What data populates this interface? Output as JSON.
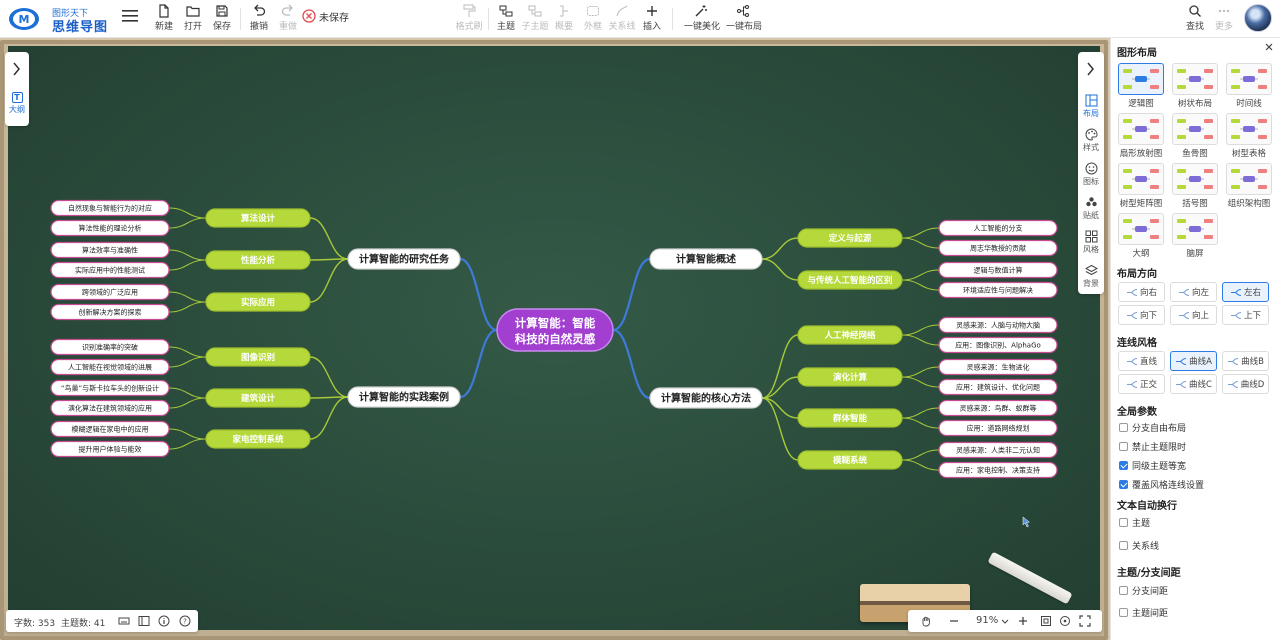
{
  "app": {
    "logo_line1": "图形天下",
    "logo_line2": "思维导图",
    "logo_badge": "M"
  },
  "toolbar": {
    "new": "新建",
    "open": "打开",
    "save": "保存",
    "undo": "撤销",
    "redo": "重做",
    "unsaved": "未保存",
    "format_painter": "格式刷",
    "topic": "主题",
    "subtopic": "子主题",
    "summary": "概要",
    "frame": "外框",
    "relation": "关系线",
    "insert": "插入",
    "beautify": "一键美化",
    "layout": "一键布局",
    "search": "查找",
    "more": "更多"
  },
  "left_tab": {
    "label": "大纲",
    "badge": "T"
  },
  "rail": {
    "items": [
      {
        "label": "布局",
        "active": true
      },
      {
        "label": "样式"
      },
      {
        "label": "图标"
      },
      {
        "label": "贴纸"
      },
      {
        "label": "风格"
      },
      {
        "label": "背景"
      }
    ]
  },
  "status": {
    "words": "字数: 353",
    "topics": "主题数: 41",
    "zoom": "91%"
  },
  "mindmap": {
    "root": "计算智能：智能科技的自然灵感",
    "root_line1": "计算智能：智能",
    "root_line2": "科技的自然灵感",
    "colors": {
      "root": "#a23fd1",
      "branch": "#ffffff",
      "sub": "#b5d93a",
      "leaf_border": "#c64b90",
      "line_blue": "#3d7bd9",
      "line_green": "#a7c93a"
    },
    "branches": [
      {
        "label": "计算智能的研究任务",
        "subs": [
          {
            "label": "算法设计",
            "leaves": [
              "自然现象与智能行为的对应",
              "算法性能的理论分析"
            ]
          },
          {
            "label": "性能分析",
            "leaves": [
              "算法效率与准确性",
              "实际应用中的性能测试"
            ]
          },
          {
            "label": "实际应用",
            "leaves": [
              "跨领域的广泛应用",
              "创新解决方案的探索"
            ]
          }
        ]
      },
      {
        "label": "计算智能的实践案例",
        "subs": [
          {
            "label": "图像识别",
            "leaves": [
              "识别准确率的突破",
              "人工智能在视觉领域的进展"
            ]
          },
          {
            "label": "建筑设计",
            "leaves": [
              "“鸟巢”与斯卡拉车头的创新设计",
              "演化算法在建筑领域的应用"
            ]
          },
          {
            "label": "家电控制系统",
            "leaves": [
              "模糊逻辑在家电中的应用",
              "提升用户体验与能效"
            ]
          }
        ]
      },
      {
        "label": "计算智能概述",
        "subs": [
          {
            "label": "定义与起源",
            "leaves": [
              "人工智能的分支",
              "周志华教授的贡献"
            ]
          },
          {
            "label": "与传统人工智能的区别",
            "leaves": [
              "逻辑与数值计算",
              "环境适应性与问题解决"
            ]
          }
        ]
      },
      {
        "label": "计算智能的核心方法",
        "subs": [
          {
            "label": "人工神经网络",
            "leaves": [
              "灵感来源：人脑与动物大脑",
              "应用：图像识别、AlphaGo"
            ]
          },
          {
            "label": "演化计算",
            "leaves": [
              "灵感来源：生物进化",
              "应用：建筑设计、优化问题"
            ]
          },
          {
            "label": "群体智能",
            "leaves": [
              "灵感来源：鸟群、蚁群等",
              "应用：道路网络规划"
            ]
          },
          {
            "label": "模糊系统",
            "leaves": [
              "灵感来源：人类非二元认知",
              "应用：家电控制、决策支持"
            ]
          }
        ]
      }
    ]
  },
  "panel": {
    "layout_title": "图形布局",
    "layouts": [
      "逻辑图",
      "树状布局",
      "时间线",
      "扇形放射图",
      "鱼骨图",
      "树型表格",
      "树型矩阵图",
      "括号图",
      "组织架构图",
      "大纲",
      "脑屏"
    ],
    "direction_title": "布局方向",
    "directions": [
      "向右",
      "向左",
      "左右",
      "向下",
      "向上",
      "上下"
    ],
    "line_title": "连线风格",
    "lines": [
      "直线",
      "曲线A",
      "曲线B",
      "正交",
      "曲线C",
      "曲线D"
    ],
    "global_title": "全局参数",
    "global_opts": [
      {
        "label": "分支自由布局",
        "on": false
      },
      {
        "label": "禁止主题限时",
        "on": false
      },
      {
        "label": "同级主题等宽",
        "on": true
      },
      {
        "label": "覆盖风格连线设置",
        "on": true
      }
    ],
    "wrap_title": "文本自动换行",
    "wrap_opts": [
      {
        "label": "主题",
        "on": false
      },
      {
        "label": "关系线",
        "on": false
      }
    ],
    "spacing_title": "主题/分支间距",
    "spacing_opts": [
      {
        "label": "分支间距",
        "on": false
      },
      {
        "label": "主题间距",
        "on": false
      }
    ]
  }
}
